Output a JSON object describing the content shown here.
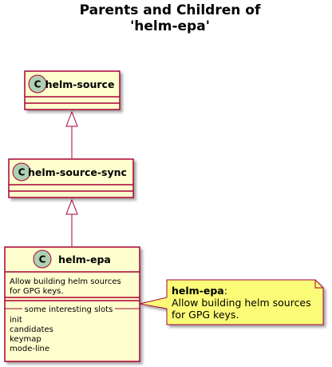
{
  "title": {
    "line1": "Parents and Children of",
    "line2": "'helm-epa'"
  },
  "classes": {
    "source": {
      "name": "helm-source",
      "glyph": "C"
    },
    "source_sync": {
      "name": "helm-source-sync",
      "glyph": "C"
    },
    "epa": {
      "name": "helm-epa",
      "glyph": "C",
      "doc": [
        "Allow building helm sources",
        "for GPG keys."
      ],
      "slots_header": "some interesting slots",
      "slots": [
        "init",
        "candidates",
        "keymap",
        "mode-line"
      ]
    }
  },
  "note": {
    "bold": "helm-epa",
    "colon": ":",
    "lines": [
      "Allow building helm sources",
      "for GPG keys."
    ]
  },
  "colors": {
    "class_fill": "#FEFECE",
    "class_border": "#A80036",
    "glyph_circle": "#ADD1B2",
    "note_fill": "#FBFB77",
    "note_border": "#A80036"
  }
}
